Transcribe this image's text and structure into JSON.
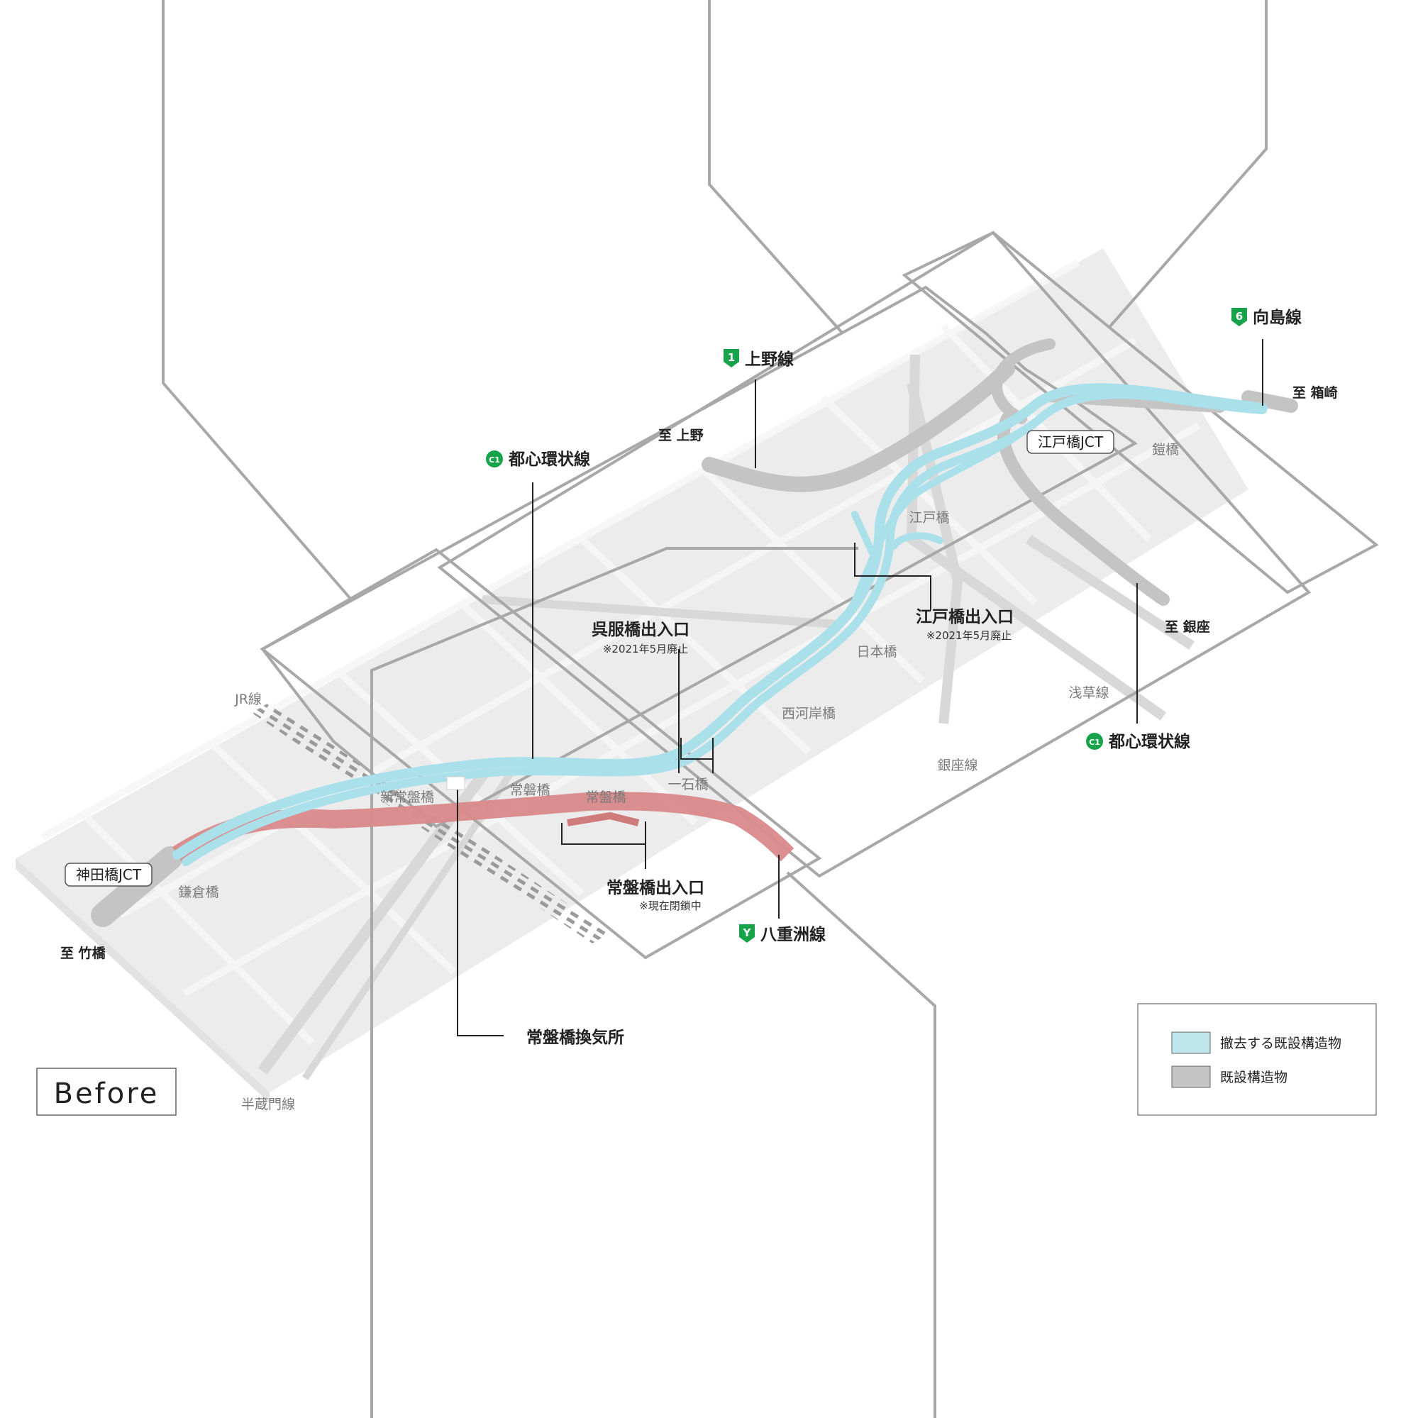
{
  "routes": {
    "ueno": {
      "badge": "1",
      "name": "上野線"
    },
    "mukojima": {
      "badge": "6",
      "name": "向島線"
    },
    "c1_top": {
      "badge": "C1",
      "name": "都心環状線"
    },
    "c1_right": {
      "badge": "C1",
      "name": "都心環状線"
    },
    "yaesu": {
      "badge": "Y",
      "name": "八重洲線"
    }
  },
  "directions": {
    "to_ueno": "至 上野",
    "to_hakozaki": "至 箱崎",
    "to_ginza": "至 銀座",
    "to_takebashi": "至 竹橋"
  },
  "junctions": {
    "edobashi": "江戸橋JCT",
    "kandabashi": "神田橋JCT"
  },
  "places": {
    "edobashi": "江戸橋",
    "yoroibashi": "鎧橋",
    "nihonbashi": "日本橋",
    "nishikashibashi": "西河岸橋",
    "asakusa_line": "浅草線",
    "ginza_line": "銀座線",
    "ichikokubashi": "一石橋",
    "tokiwabashi_a": "常磐橋",
    "tokiwabashi_b": "常盤橋",
    "shin_tokiwabashi": "新常盤橋",
    "jr_line": "JR線",
    "kamakurabashi": "鎌倉橋",
    "hanzomon_line": "半蔵門線"
  },
  "ramps": {
    "gofukubashi": {
      "name": "呉服橋出入口",
      "note": "※2021年5月廃止"
    },
    "edobashi": {
      "name": "江戸橋出入口",
      "note": "※2021年5月廃止"
    },
    "tokiwabashi": {
      "name": "常盤橋出入口",
      "note": "※現在閉鎖中"
    },
    "ventilation": {
      "name": "常盤橋換気所"
    }
  },
  "legend": {
    "items": [
      {
        "label": "撤去する既設構造物",
        "color": "#bfe6ec"
      },
      {
        "label": "既設構造物",
        "color": "#c4c4c4"
      }
    ]
  },
  "state_label": "Before",
  "colors": {
    "removed": "#a9e0ea",
    "existing": "#c4c4c4",
    "yaesu": "#d9898a",
    "badge": "#16a34a",
    "frame": "#a8a8a8"
  }
}
